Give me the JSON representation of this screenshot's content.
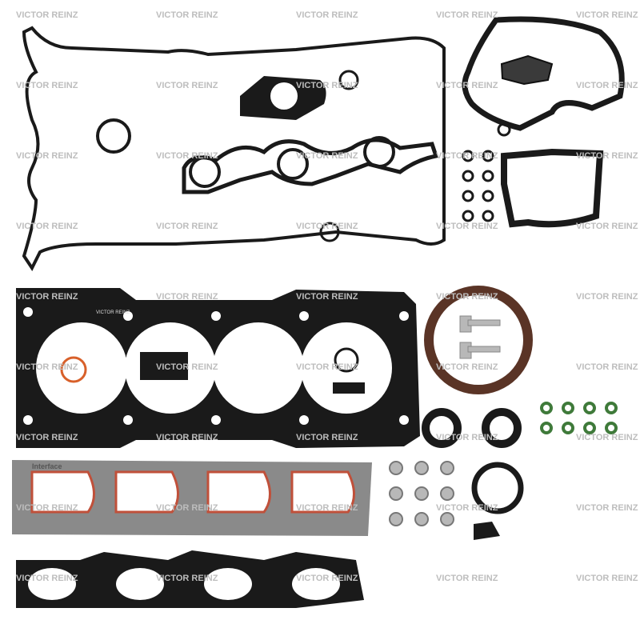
{
  "watermark": "VICTOR REINZ",
  "head_gasket_label": "VICTOR REINZ",
  "intake_gasket_brand": "Interface",
  "colors": {
    "gasket": "#1a1a1a",
    "intake_body": "#8a8a8a",
    "intake_bead": "#c0503a",
    "seal_brown": "#5a3426",
    "green_seal": "#3f7a3a",
    "bolt": "#b8b8b8",
    "orange_ring": "#d8602a"
  }
}
